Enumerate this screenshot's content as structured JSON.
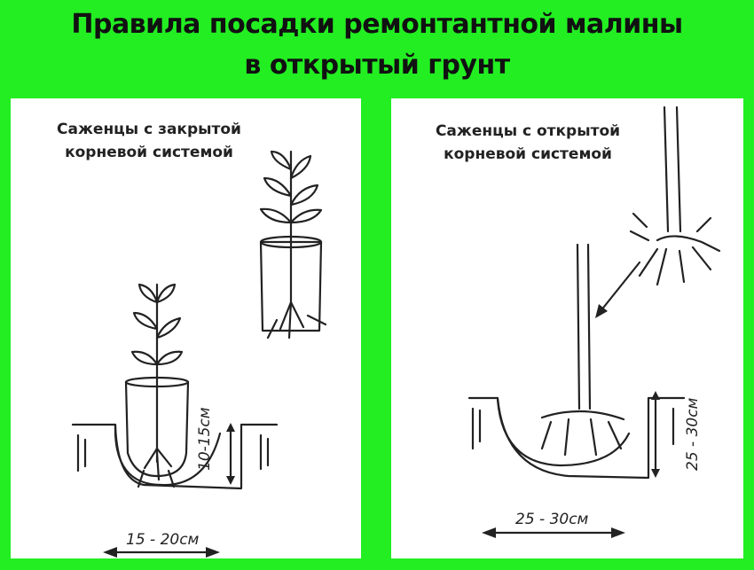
{
  "title": {
    "line1": "Правила посадки ремонтантной малины",
    "line2": "в открытый грунт"
  },
  "left_panel": {
    "caption": "Саженцы с закрытой корневой системой",
    "depth_label": "10-15см",
    "width_label": "15 - 20см"
  },
  "right_panel": {
    "caption": "Саженцы с открытой корневой системой",
    "depth_label": "25 - 30см",
    "width_label": "25 - 30см"
  },
  "colors": {
    "background": "#22ee22",
    "panel": "#ffffff",
    "ink": "#222222"
  }
}
